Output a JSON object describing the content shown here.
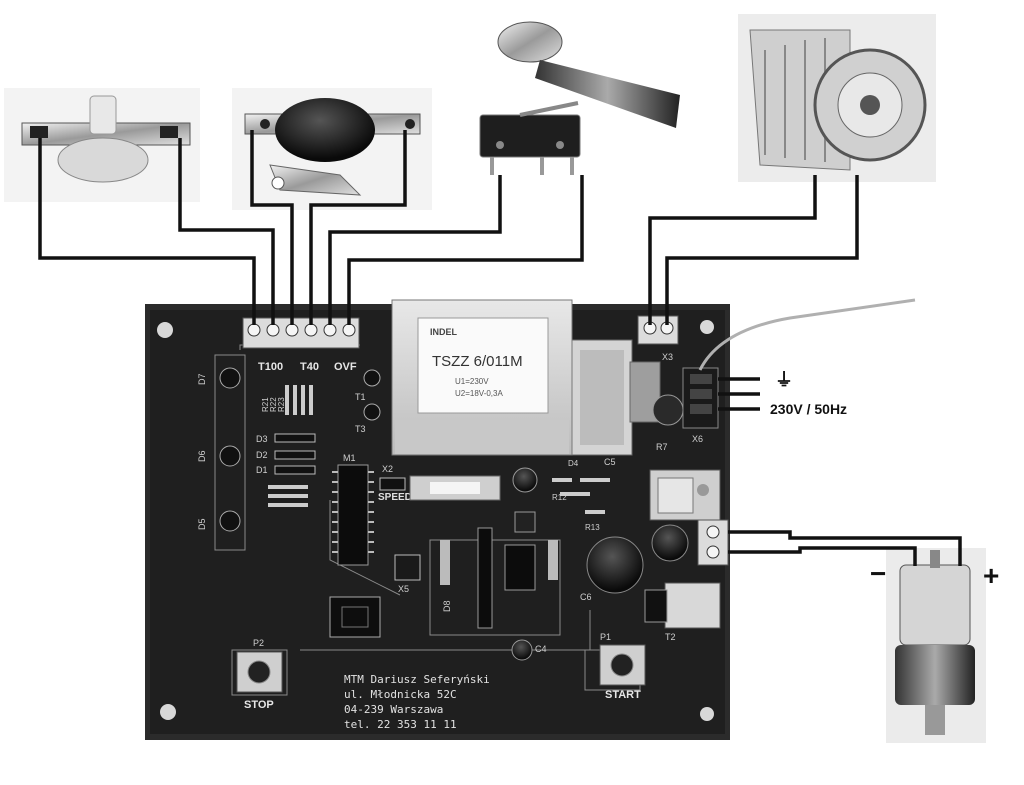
{
  "board": {
    "connectors": {
      "t100": "T100",
      "t40": "T40",
      "ovf": "OVF",
      "x3": "X3",
      "x6": "X6",
      "x5": "X5"
    },
    "transformer": {
      "brand": "INDEL",
      "model": "TSZZ 6/011M",
      "spec_primary": "U1=230V",
      "spec_secondary": "U2=18V-0,3A"
    },
    "silkscreen": {
      "speed": "SPEED",
      "stop": "STOP",
      "start": "START",
      "p1": "P1",
      "p2": "P2",
      "m1": "M1",
      "x2": "X2",
      "d1": "D1",
      "d2": "D2",
      "d3": "D3",
      "d4": "D4",
      "d5": "D5",
      "d6": "D6",
      "d7": "D7",
      "d8": "D8",
      "t1": "T1",
      "t2": "T2",
      "t3": "T3",
      "c4": "C4",
      "c5": "C5",
      "c6": "C6",
      "r7": "R7",
      "r12": "R12",
      "r13": "R13",
      "r21": "R21",
      "r22": "R22",
      "r23": "R23"
    },
    "maker": {
      "line1": "MTM Dariusz Seferyński",
      "line2": "ul. Młodnicka 52C",
      "line3": "04-239 Warszawa",
      "line4": "tel. 22 353 11 11"
    }
  },
  "power": {
    "ground_symbol": "⏚",
    "mains_label": "230V / 50Hz"
  },
  "motor": {
    "minus": "−",
    "plus": "+"
  },
  "components": {
    "sensor_t100": "thermostat",
    "sensor_t40": "thermostat",
    "microswitch": "microswitch",
    "blower": "blower-fan",
    "motor": "gear-motor"
  }
}
